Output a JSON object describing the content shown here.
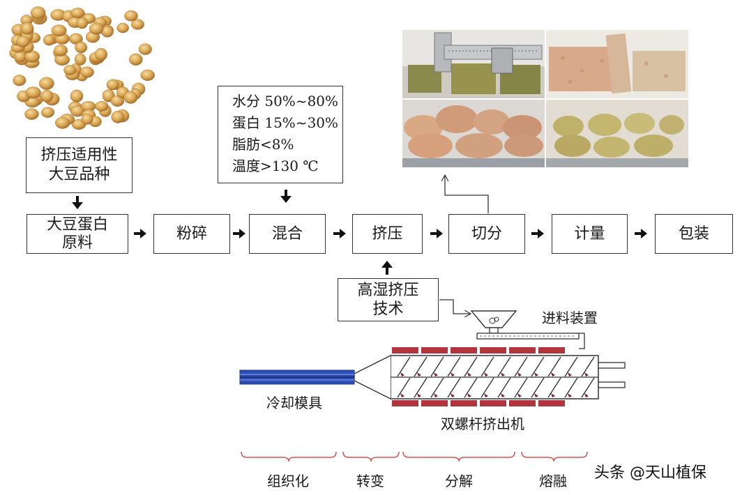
{
  "source_box": {
    "lines": [
      "挤压适用性",
      "大豆品种"
    ]
  },
  "process_steps": [
    {
      "label": "大豆蛋白\n原料"
    },
    {
      "label": "粉碎"
    },
    {
      "label": "混合"
    },
    {
      "label": "挤压"
    },
    {
      "label": "切分"
    },
    {
      "label": "计量"
    },
    {
      "label": "包装"
    }
  ],
  "mixing_parameters": [
    "水分 50%~80%",
    "蛋白 15%~30%",
    "脂肪<8%",
    "温度>130 ℃"
  ],
  "technique_box": {
    "lines": [
      "高湿挤压",
      "技术"
    ]
  },
  "machine_labels": {
    "feeder": "进料装置",
    "cooling_die": "冷却模具",
    "extruder": "双螺杆挤出机"
  },
  "stages": [
    "组织化",
    "转变",
    "分解",
    "熔融"
  ],
  "watermark": "头条 @天山植保",
  "colors": {
    "heater_red": "#b2353e",
    "cooling_die_blue": "#2d4fb5",
    "bracket_red": "#d9534f",
    "outline": "#333333"
  }
}
